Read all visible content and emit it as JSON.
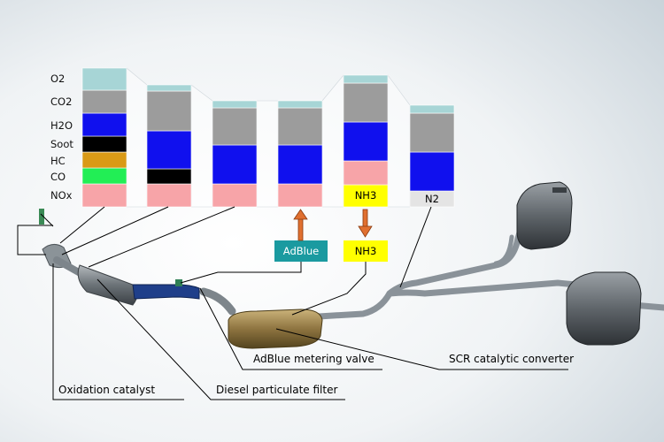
{
  "diagram": {
    "rows": [
      "O2",
      "CO2",
      "H2O",
      "Soot",
      "HC",
      "CO",
      "NOx"
    ],
    "stages": [
      {
        "name": "column-1",
        "segments": [
          {
            "gas": "O2",
            "value": 25
          },
          {
            "gas": "CO2",
            "value": 26
          },
          {
            "gas": "H2O",
            "value": 26
          },
          {
            "gas": "Soot",
            "value": 18
          },
          {
            "gas": "HC",
            "value": 18
          },
          {
            "gas": "CO",
            "value": 18
          },
          {
            "gas": "NOx",
            "value": 26
          }
        ]
      },
      {
        "name": "column-2",
        "segments": [
          {
            "gas": "O2",
            "value": 7
          },
          {
            "gas": "CO2",
            "value": 45
          },
          {
            "gas": "H2O",
            "value": 43
          },
          {
            "gas": "Soot",
            "value": 17
          },
          {
            "gas": "NOx",
            "value": 26
          }
        ]
      },
      {
        "name": "column-3",
        "segments": [
          {
            "gas": "O2",
            "value": 8
          },
          {
            "gas": "CO2",
            "value": 42
          },
          {
            "gas": "H2O",
            "value": 44
          },
          {
            "gas": "NOx",
            "value": 26
          }
        ]
      },
      {
        "name": "column-4",
        "segments": [
          {
            "gas": "O2",
            "value": 8
          },
          {
            "gas": "CO2",
            "value": 42
          },
          {
            "gas": "H2O",
            "value": 44
          },
          {
            "gas": "NOx",
            "value": 26
          }
        ]
      },
      {
        "name": "column-5",
        "segments": [
          {
            "gas": "O2",
            "value": 9
          },
          {
            "gas": "CO2",
            "value": 44
          },
          {
            "gas": "H2O",
            "value": 44
          },
          {
            "gas": "NOx",
            "value": 27
          },
          {
            "gas": "NH3",
            "value": 25
          }
        ]
      },
      {
        "name": "column-6",
        "segments": [
          {
            "gas": "O2",
            "value": 9
          },
          {
            "gas": "CO2",
            "value": 44
          },
          {
            "gas": "H2O",
            "value": 44
          },
          {
            "gas": "N2",
            "value": 18
          }
        ]
      }
    ],
    "inline_labels": {
      "nh3": "NH3",
      "n2": "N2"
    },
    "inputs": {
      "adblue": "AdBlue",
      "nh3": "NH3"
    },
    "callouts": {
      "oxidation_catalyst": "Oxidation catalyst",
      "diesel_particulate_filter": "Diesel particulate filter",
      "adblue_metering_valve": "AdBlue metering valve",
      "scr_catalytic_converter": "SCR catalytic converter"
    },
    "colors": {
      "O2": "#a7d5d6",
      "CO2": "#9c9c9c",
      "H2O": "#1010ee",
      "Soot": "#000000",
      "HC": "#d99a16",
      "CO": "#22ee55",
      "NOx": "#f7a4a8",
      "NH3": "#ffff00",
      "N2": "#e4e4e4",
      "adblue_tag": "#1a9aa0",
      "arrow": "#e07030"
    }
  }
}
